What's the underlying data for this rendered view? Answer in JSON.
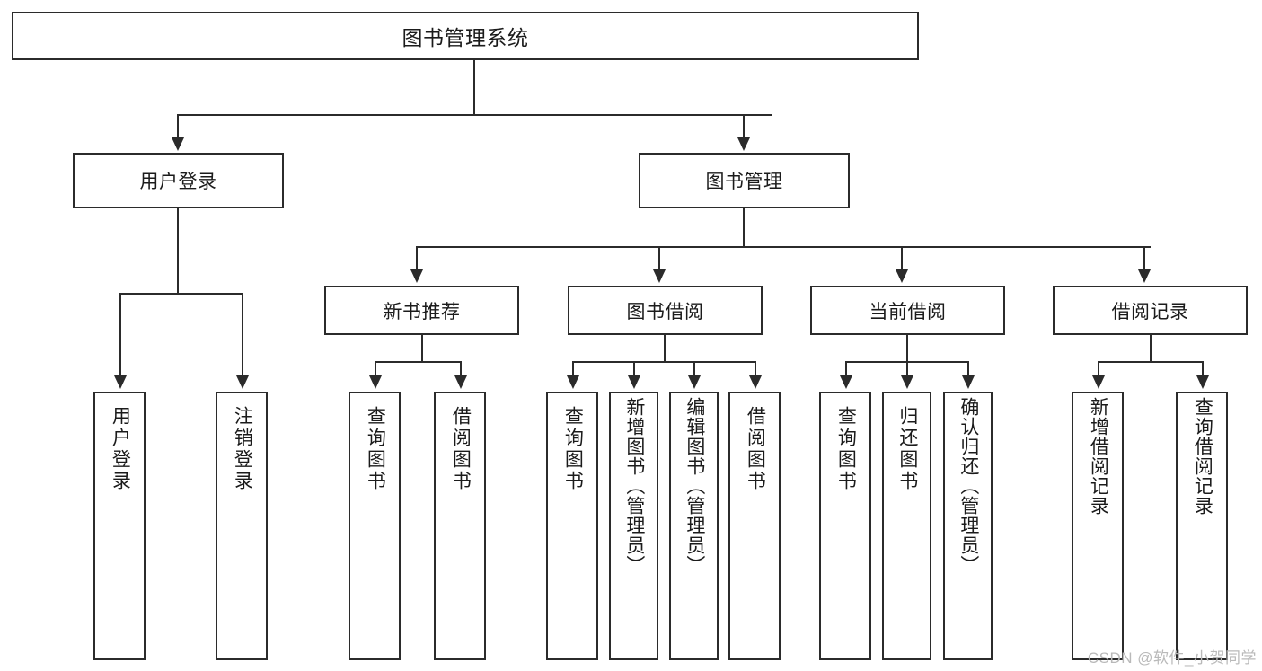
{
  "diagram": {
    "title": "图书管理系统",
    "type": "tree",
    "root": {
      "label": "图书管理系统",
      "children": [
        {
          "label": "用户登录",
          "children": [
            {
              "label": "用户登录"
            },
            {
              "label": "注销登录"
            }
          ]
        },
        {
          "label": "图书管理",
          "children": [
            {
              "label": "新书推荐",
              "children": [
                {
                  "label": "查询图书"
                },
                {
                  "label": "借阅图书"
                }
              ]
            },
            {
              "label": "图书借阅",
              "children": [
                {
                  "label": "查询图书"
                },
                {
                  "label": "新增图书（管理员）"
                },
                {
                  "label": "编辑图书（管理员）"
                },
                {
                  "label": "借阅图书"
                }
              ]
            },
            {
              "label": "当前借阅",
              "children": [
                {
                  "label": "查询图书"
                },
                {
                  "label": "归还图书"
                },
                {
                  "label": "确认归还（管理员）"
                }
              ]
            },
            {
              "label": "借阅记录",
              "children": [
                {
                  "label": "新增借阅记录"
                },
                {
                  "label": "查询借阅记录"
                }
              ]
            }
          ]
        }
      ]
    }
  },
  "watermark": {
    "text": "CSDN @软件_小贺同学"
  },
  "colors": {
    "stroke": "#2b2b2b",
    "background": "#ffffff",
    "text": "#1b1b1b",
    "watermark": "#b9b9b9"
  }
}
